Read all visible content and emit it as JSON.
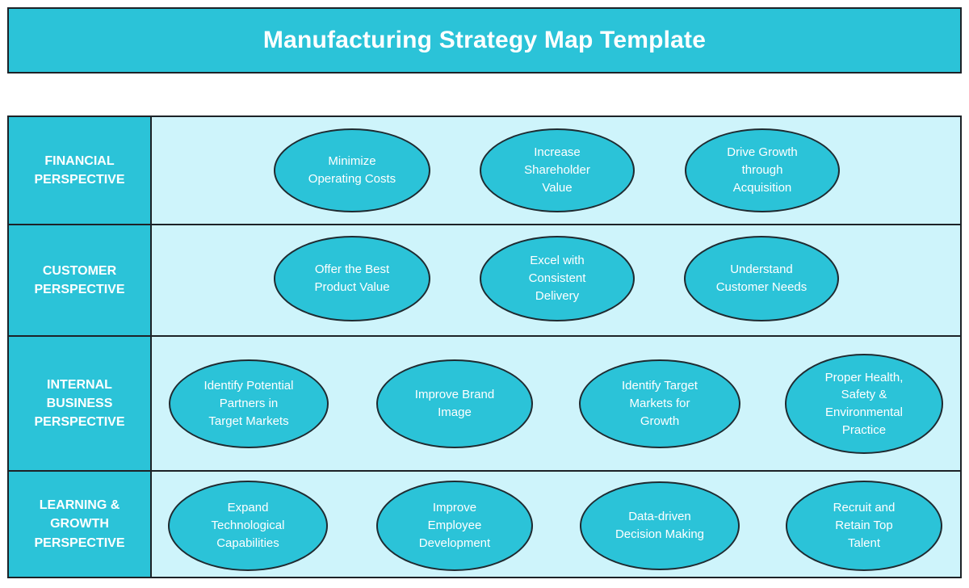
{
  "title": "Manufacturing Strategy Map Template",
  "colors": {
    "accent_cyan": "#2BC3D8",
    "row_background": "#CEF4FB",
    "border": "#1D2227",
    "text": "#FFFFFF"
  },
  "rows": [
    {
      "label": "FINANCIAL\nPERSPECTIVE",
      "bubbles": [
        {
          "text": "Minimize\nOperating Costs"
        },
        {
          "text": "Increase\nShareholder\nValue"
        },
        {
          "text": "Drive Growth\nthrough\nAcquisition"
        }
      ]
    },
    {
      "label": "CUSTOMER\nPERSPECTIVE",
      "bubbles": [
        {
          "text": "Offer the Best\nProduct Value"
        },
        {
          "text": "Excel with\nConsistent\nDelivery"
        },
        {
          "text": "Understand\nCustomer Needs"
        }
      ]
    },
    {
      "label": "INTERNAL\nBUSINESS\nPERSPECTIVE",
      "bubbles": [
        {
          "text": "Identify Potential\nPartners in\nTarget Markets"
        },
        {
          "text": "Improve Brand\nImage"
        },
        {
          "text": "Identify Target\nMarkets for\nGrowth"
        },
        {
          "text": "Proper Health,\nSafety &\nEnvironmental\nPractice"
        }
      ]
    },
    {
      "label": "LEARNING &\nGROWTH\nPERSPECTIVE",
      "bubbles": [
        {
          "text": "Expand\nTechnological\nCapabilities"
        },
        {
          "text": "Improve\nEmployee\nDevelopment"
        },
        {
          "text": "Data-driven\nDecision Making"
        },
        {
          "text": "Recruit and\nRetain Top\nTalent"
        }
      ]
    }
  ]
}
